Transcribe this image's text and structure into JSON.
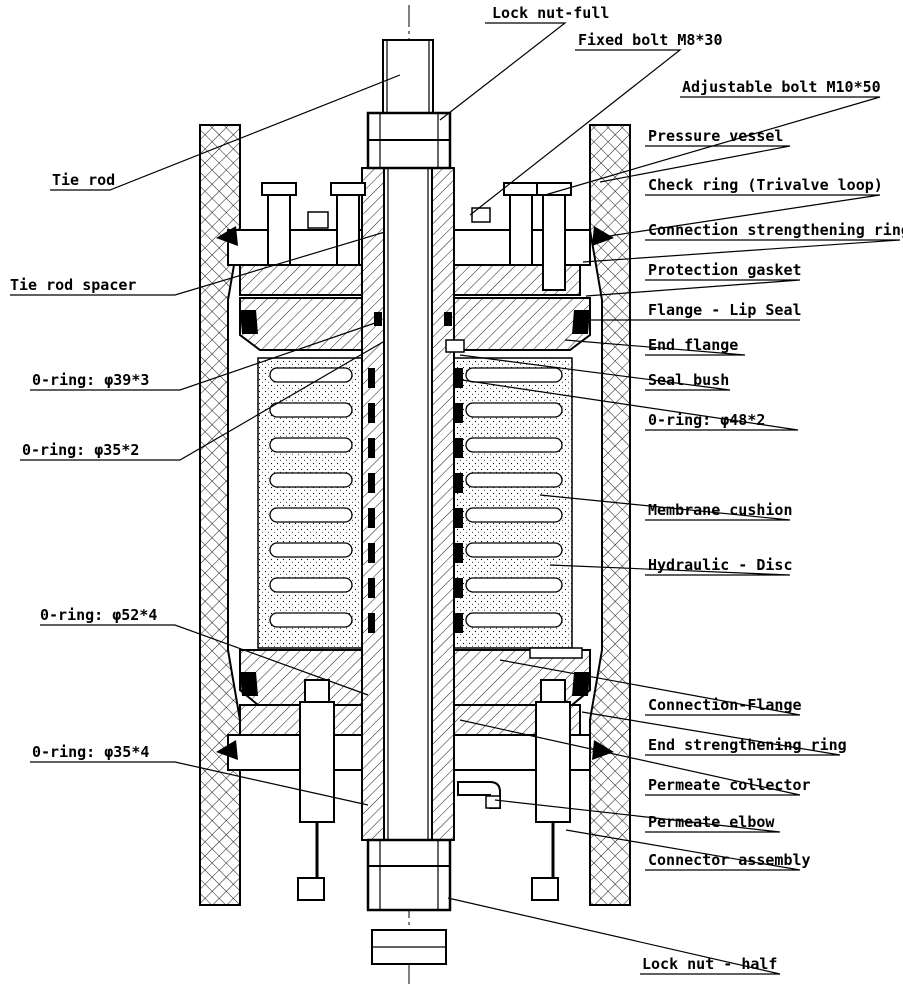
{
  "labels": {
    "lock_nut_full": "Lock nut-full",
    "fixed_bolt": "Fixed bolt M8*30",
    "adjustable_bolt": "Adjustable bolt M10*50",
    "pressure_vessel": "Pressure vessel",
    "tie_rod": "Tie rod",
    "check_ring": "Check ring (Trivalve loop)",
    "connection_strengthening_ring": "Connection strengthening ring",
    "tie_rod_spacer": "Tie rod spacer",
    "protection_gasket": "Protection gasket",
    "flange_lip_seal": "Flange - Lip Seal",
    "end_flange": "End flange",
    "oring_39": "0-ring: φ39*3",
    "seal_bush": "Seal bush",
    "oring_48": "0-ring: φ48*2",
    "oring_35_2": "0-ring: φ35*2",
    "membrane_cushion": "Membrane cushion",
    "hydraulic_disc": "Hydraulic - Disc",
    "oring_52": "0-ring: φ52*4",
    "connection_flange": "Connection-Flange",
    "end_strengthening_ring": "End strengthening ring",
    "oring_35_4": "0-ring: φ35*4",
    "permeate_collector": "Permeate collector",
    "permeate_elbow": "Permeate elbow",
    "connector_assembly": "Connector assembly",
    "lock_nut_half": "Lock nut - half"
  }
}
